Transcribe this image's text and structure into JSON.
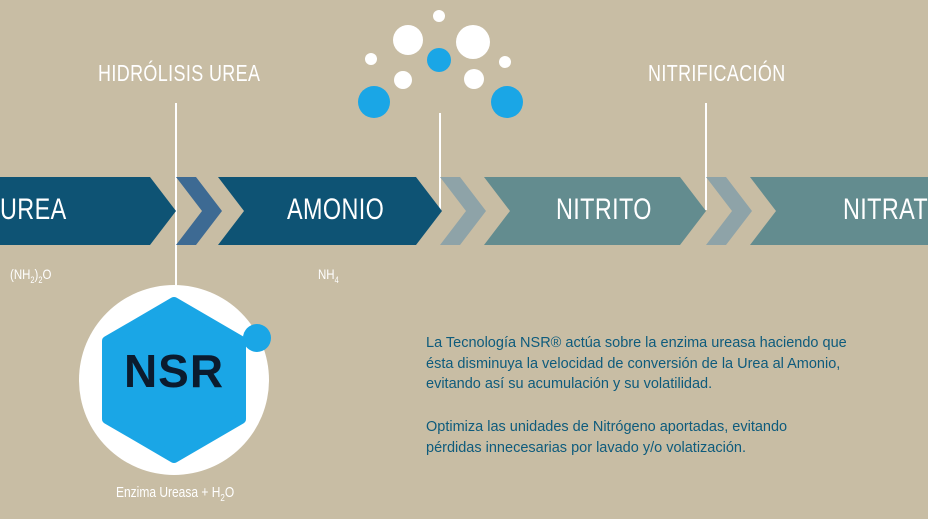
{
  "process_labels": {
    "hydrolysis": "HIDRÓLISIS UREA",
    "nitrification": "NITRIFICACIÓN"
  },
  "stages": [
    {
      "name": "UREA",
      "color": "#0e5374"
    },
    {
      "name": "AMONIO",
      "color": "#0e5374"
    },
    {
      "name": "NITRITO",
      "color": "#638c8f"
    },
    {
      "name": "NITRATO",
      "color": "#638c8f"
    }
  ],
  "formulas": {
    "urea": {
      "pre": "(NH",
      "sub1": "2",
      "mid": ")",
      "sub2": "2",
      "post": "O"
    },
    "amonio": {
      "pre": "NH",
      "sub": "4"
    }
  },
  "logo": {
    "text": "NSR",
    "hex_color": "#1aa6e6",
    "dot_color": "#1aa6e6"
  },
  "enzyme_label": {
    "pre": "Enzima Ureasa + H",
    "sub": "2",
    "post": "O"
  },
  "description": {
    "paragraph1": "La Tecnología NSR® actúa sobre la enzima ureasa haciendo que\nésta disminuya la velocidad de conversión de la Urea al Amonio,\nevitando así su acumulación y su volatilidad.",
    "paragraph2": "Optimiza las unidades de Nitrógeno aportadas, evitando\npérdidas innecesarias por lavado y/o volatización."
  },
  "colors": {
    "background": "#c8bda4",
    "dark_blue": "#0e5374",
    "teal_gray": "#638c8f",
    "accent_blue": "#1aa6e6",
    "text_blue": "#0e5b7c"
  }
}
